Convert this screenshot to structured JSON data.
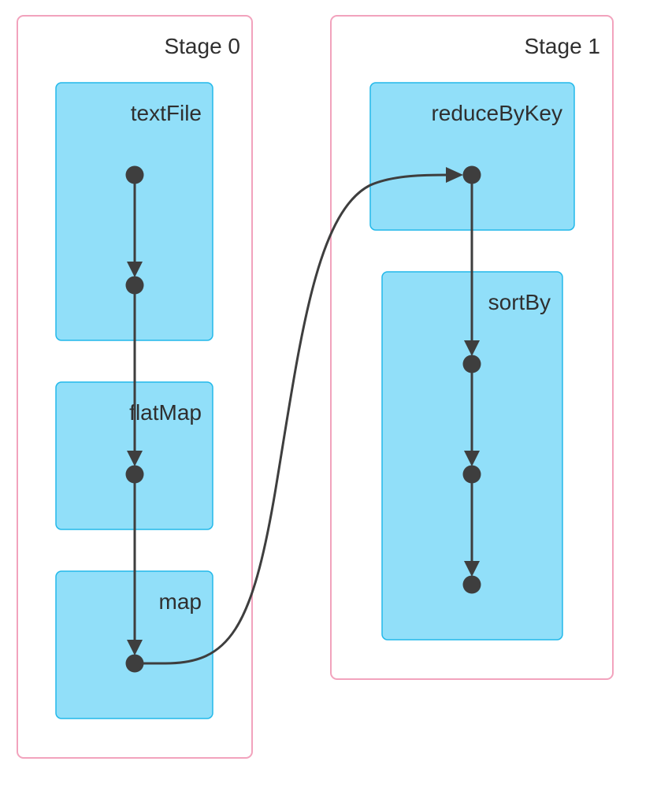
{
  "diagram": {
    "type": "spark-dag-visualization",
    "stages": [
      {
        "id": "stage0",
        "title": "Stage 0",
        "operations": [
          {
            "id": "op-textfile",
            "label": "textFile"
          },
          {
            "id": "op-flatmap",
            "label": "flatMap"
          },
          {
            "id": "op-map",
            "label": "map"
          }
        ]
      },
      {
        "id": "stage1",
        "title": "Stage 1",
        "operations": [
          {
            "id": "op-reducebykey",
            "label": "reduceByKey"
          },
          {
            "id": "op-sortby",
            "label": "sortBy"
          }
        ]
      }
    ],
    "nodes": [
      {
        "id": "n1",
        "op": "op-textfile"
      },
      {
        "id": "n2",
        "op": "op-textfile"
      },
      {
        "id": "n3",
        "op": "op-flatmap"
      },
      {
        "id": "n4",
        "op": "op-map"
      },
      {
        "id": "n5",
        "op": "op-reducebykey"
      },
      {
        "id": "n6",
        "op": "op-sortby"
      },
      {
        "id": "n7",
        "op": "op-sortby"
      },
      {
        "id": "n8",
        "op": "op-sortby"
      }
    ],
    "edges": [
      {
        "from": "n1",
        "to": "n2"
      },
      {
        "from": "n2",
        "to": "n3"
      },
      {
        "from": "n3",
        "to": "n4"
      },
      {
        "from": "n4",
        "to": "n5"
      },
      {
        "from": "n5",
        "to": "n6"
      },
      {
        "from": "n6",
        "to": "n7"
      },
      {
        "from": "n7",
        "to": "n8"
      }
    ],
    "colors": {
      "stage_border": "#f2a3bd",
      "operation_fill": "#91dff9",
      "operation_border": "#23b9ea",
      "node_and_edge": "#3e3e3e",
      "label_text": "#2f2f2f"
    }
  }
}
